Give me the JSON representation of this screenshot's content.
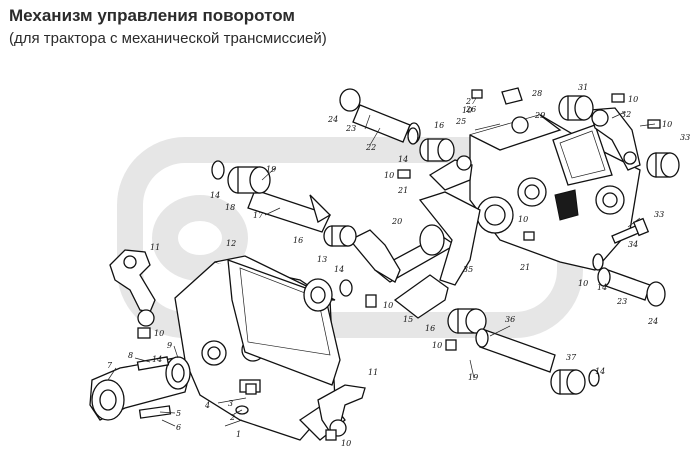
{
  "header": {
    "title": "Механизм управления поворотом",
    "subtitle": "(для трактора с механической трансмиссией)"
  },
  "callouts": [
    {
      "id": "c1",
      "text": "1"
    },
    {
      "id": "c2",
      "text": "2"
    },
    {
      "id": "c3",
      "text": "3"
    },
    {
      "id": "c4",
      "text": "4"
    },
    {
      "id": "c5",
      "text": "5"
    },
    {
      "id": "c6",
      "text": "6"
    },
    {
      "id": "c7",
      "text": "7"
    },
    {
      "id": "c8",
      "text": "8"
    },
    {
      "id": "c9",
      "text": "9"
    },
    {
      "id": "c10a",
      "text": "10"
    },
    {
      "id": "c10b",
      "text": "10"
    },
    {
      "id": "c10c",
      "text": "10"
    },
    {
      "id": "c10d",
      "text": "10"
    },
    {
      "id": "c10e",
      "text": "10"
    },
    {
      "id": "c10f",
      "text": "10"
    },
    {
      "id": "c10g",
      "text": "10"
    },
    {
      "id": "c10h",
      "text": "10"
    },
    {
      "id": "c10i",
      "text": "10"
    },
    {
      "id": "c10j",
      "text": "10"
    },
    {
      "id": "c11a",
      "text": "11"
    },
    {
      "id": "c11b",
      "text": "11"
    },
    {
      "id": "c12",
      "text": "12"
    },
    {
      "id": "c13",
      "text": "13"
    },
    {
      "id": "c14a",
      "text": "14"
    },
    {
      "id": "c14b",
      "text": "14"
    },
    {
      "id": "c14c",
      "text": "14"
    },
    {
      "id": "c14d",
      "text": "14"
    },
    {
      "id": "c14e",
      "text": "14"
    },
    {
      "id": "c14f",
      "text": "14"
    },
    {
      "id": "c15",
      "text": "15"
    },
    {
      "id": "c16a",
      "text": "16"
    },
    {
      "id": "c16b",
      "text": "16"
    },
    {
      "id": "c16c",
      "text": "16"
    },
    {
      "id": "c17",
      "text": "17"
    },
    {
      "id": "c18",
      "text": "18"
    },
    {
      "id": "c19a",
      "text": "19"
    },
    {
      "id": "c19b",
      "text": "19"
    },
    {
      "id": "c20",
      "text": "20"
    },
    {
      "id": "c21a",
      "text": "21"
    },
    {
      "id": "c21b",
      "text": "21"
    },
    {
      "id": "c22",
      "text": "22"
    },
    {
      "id": "c23a",
      "text": "23"
    },
    {
      "id": "c23b",
      "text": "23"
    },
    {
      "id": "c24a",
      "text": "24"
    },
    {
      "id": "c24b",
      "text": "24"
    },
    {
      "id": "c25",
      "text": "25"
    },
    {
      "id": "c26",
      "text": "26"
    },
    {
      "id": "c27",
      "text": "27"
    },
    {
      "id": "c28",
      "text": "28"
    },
    {
      "id": "c29",
      "text": "29"
    },
    {
      "id": "c31",
      "text": "31"
    },
    {
      "id": "c32",
      "text": "32"
    },
    {
      "id": "c33a",
      "text": "33"
    },
    {
      "id": "c33b",
      "text": "33"
    },
    {
      "id": "c34",
      "text": "34"
    },
    {
      "id": "c35",
      "text": "35"
    },
    {
      "id": "c36",
      "text": "36"
    },
    {
      "id": "c37",
      "text": "37"
    }
  ]
}
